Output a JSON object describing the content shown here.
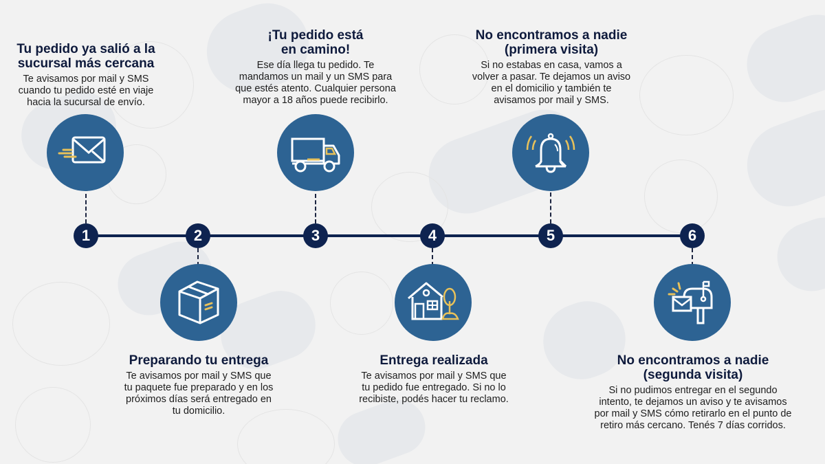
{
  "colors": {
    "background": "#f2f2f2",
    "timeline": "#0e2350",
    "icon_circle": "#2d6393",
    "icon_stroke": "#ffffff",
    "accent_yellow": "#e8c15a",
    "title_text": "#0e1a3c"
  },
  "timeline": {
    "markers": [
      "1",
      "2",
      "3",
      "4",
      "5",
      "6"
    ]
  },
  "steps": [
    {
      "number": "1",
      "icon": "envelope-icon",
      "title": "Tu pedido ya salió a la sucursal más cercana",
      "title_lines": [
        "Tu pedido ya salió a la",
        "sucursal más cercana"
      ],
      "description_lines": [
        "Te avisamos por mail y SMS",
        "cuando tu pedido esté en viaje",
        "hacia la sucursal de envío."
      ]
    },
    {
      "number": "2",
      "icon": "package-box-icon",
      "title": "Preparando tu entrega",
      "title_lines": [
        "Preparando tu entrega"
      ],
      "description_lines": [
        "Te avisamos por mail y SMS que",
        "tu paquete fue preparado y en los",
        "próximos días será entregado en",
        "tu domicilio."
      ]
    },
    {
      "number": "3",
      "icon": "delivery-truck-icon",
      "title": "¡Tu pedido está en camino!",
      "title_lines": [
        "¡Tu pedido está",
        "en camino!"
      ],
      "description_lines": [
        "Ese día llega tu pedido. Te",
        "mandamos un mail y un SMS para",
        "que estés atento. Cualquier persona",
        "mayor a 18 años puede recibirlo."
      ]
    },
    {
      "number": "4",
      "icon": "house-icon",
      "title": "Entrega realizada",
      "title_lines": [
        "Entrega realizada"
      ],
      "description_lines": [
        "Te avisamos por mail y SMS que",
        "tu pedido fue entregado. Si no lo",
        "recibiste, podés hacer tu reclamo."
      ]
    },
    {
      "number": "5",
      "icon": "ringing-bell-icon",
      "title": "No encontramos a nadie (primera visita)",
      "title_lines": [
        "No encontramos a nadie",
        "(primera visita)"
      ],
      "description_lines": [
        "Si no estabas en casa, vamos a",
        "volver a pasar. Te dejamos un aviso",
        "en el domicilio y también te",
        "avisamos por mail y SMS."
      ]
    },
    {
      "number": "6",
      "icon": "mailbox-icon",
      "title": "No encontramos a nadie (segunda visita)",
      "title_lines": [
        "No encontramos a nadie",
        "(segunda visita)"
      ],
      "description_lines": [
        "Si no pudimos entregar en el segundo",
        "intento, te dejamos un aviso y te avisamos",
        "por mail y SMS cómo retirarlo en el punto de",
        "retiro más cercano. Tenés 7 días corridos."
      ]
    }
  ]
}
